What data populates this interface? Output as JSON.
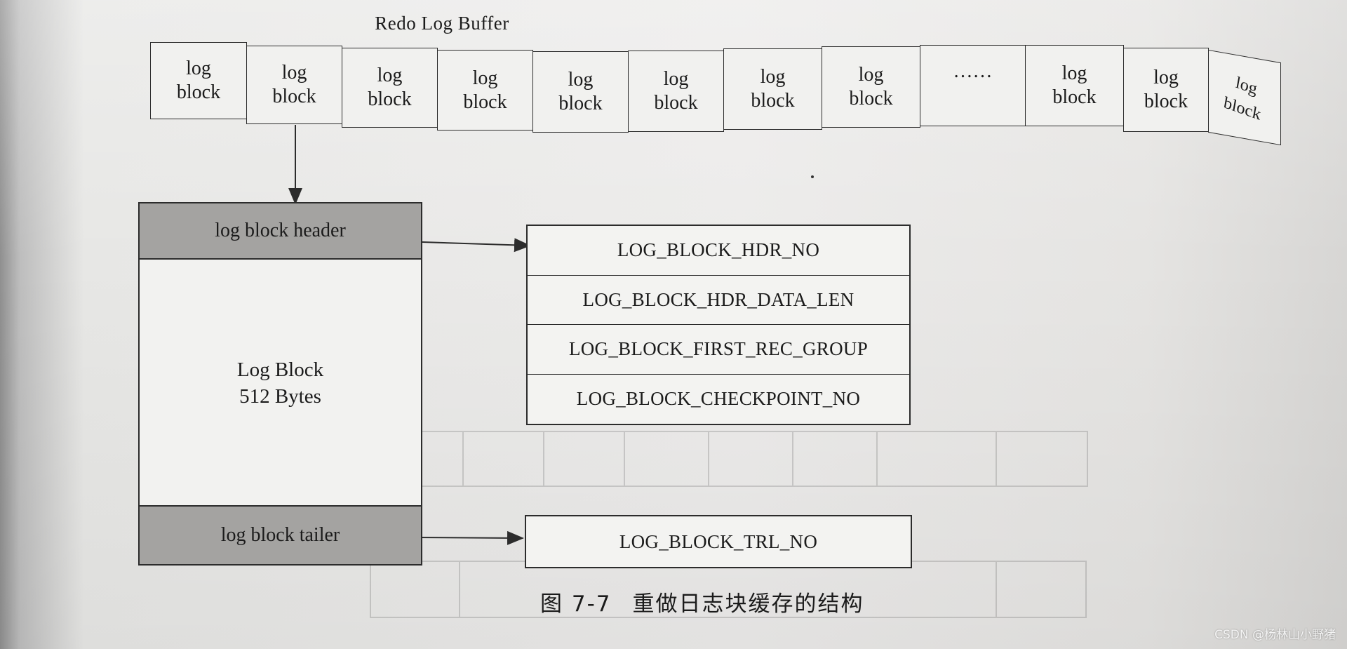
{
  "buffer": {
    "title": "Redo Log Buffer",
    "blocks": [
      "log\nblock",
      "log\nblock",
      "log\nblock",
      "log\nblock",
      "log\nblock",
      "log\nblock",
      "log\nblock",
      "log\nblock",
      "……",
      "log\nblock",
      "log\nblock",
      "log\nblock"
    ]
  },
  "log_block": {
    "header": "log block header",
    "body": "Log Block\n512 Bytes",
    "tailer": "log block tailer"
  },
  "header_fields": [
    "LOG_BLOCK_HDR_NO",
    "LOG_BLOCK_HDR_DATA_LEN",
    "LOG_BLOCK_FIRST_REC_GROUP",
    "LOG_BLOCK_CHECKPOINT_NO"
  ],
  "tailer_field": "LOG_BLOCK_TRL_NO",
  "caption": {
    "number": "图 7-7",
    "text": "重做日志块缓存的结构"
  },
  "watermark": "CSDN @杨林山小野猪"
}
